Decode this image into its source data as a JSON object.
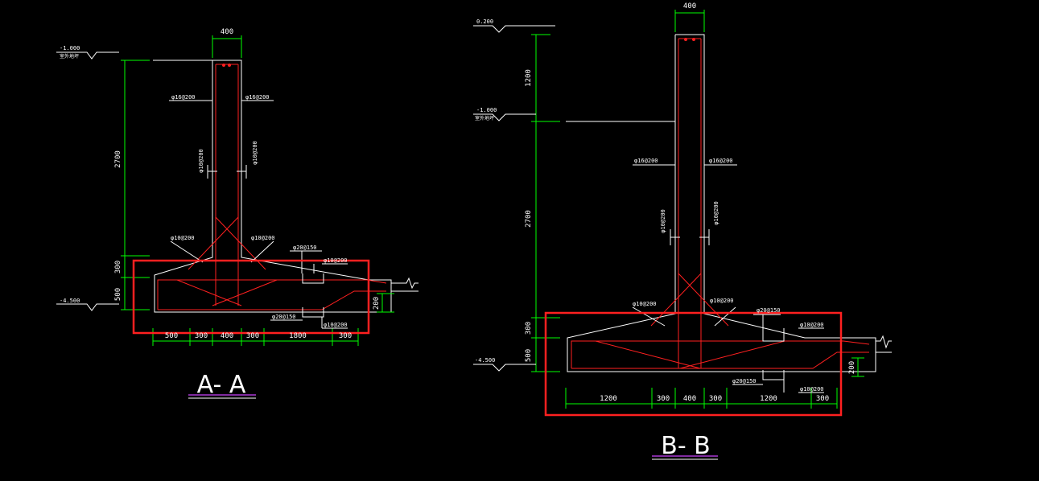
{
  "colors": {
    "background": "#000000",
    "outline": "#ffffff",
    "dimension": "#00ff00",
    "rebar": "#ff2020",
    "highlight": "#ff2020",
    "title_underline": "#cc44ff"
  },
  "section_aa": {
    "title": "A- A",
    "wall_width": "400",
    "height_2700": "2700",
    "height_300": "300",
    "height_500": "500",
    "height_200": "200",
    "elev_top": "-1.000",
    "elev_top_note": "室外地坪",
    "elev_bottom": "-4.500",
    "rebar_left_main": "φ16@200",
    "rebar_right_main": "φ16@200",
    "rebar_left_dist": "φ10@200",
    "rebar_right_dist": "φ10@200",
    "rebar_left_haunch": "φ10@200",
    "rebar_right_haunch": "φ10@200",
    "rebar_base_top_a": "φ20@150",
    "rebar_base_top_b": "φ10@200",
    "rebar_base_bot_a": "φ20@150",
    "rebar_base_bot_b": "φ10@200",
    "base_dims": [
      "500",
      "300",
      "400",
      "300",
      "1800",
      "300"
    ]
  },
  "section_bb": {
    "title": "B- B",
    "wall_width": "400",
    "height_1200": "1200",
    "height_2700": "2700",
    "height_300": "300",
    "height_500": "500",
    "height_200": "200",
    "elev_top": "0.200",
    "elev_mid": "-1.000",
    "elev_mid_note": "室外地坪",
    "elev_bottom": "-4.500",
    "rebar_left_main": "φ16@200",
    "rebar_right_main": "φ16@200",
    "rebar_left_dist": "φ10@200",
    "rebar_right_dist": "φ10@200",
    "rebar_left_haunch": "φ10@200",
    "rebar_right_haunch": "φ10@200",
    "rebar_base_top_a": "φ20@150",
    "rebar_base_top_b": "φ10@200",
    "rebar_base_bot_a": "φ20@150",
    "rebar_base_bot_b": "φ10@200",
    "base_dims": [
      "1200",
      "300",
      "400",
      "300",
      "1200",
      "300"
    ]
  }
}
